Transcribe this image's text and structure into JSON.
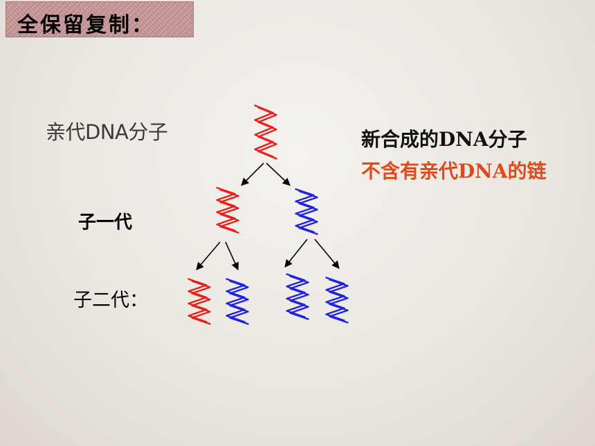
{
  "header": {
    "title": "全保留复制："
  },
  "labels": {
    "parent": "亲代DNA分子",
    "gen1": "子一代",
    "gen2": "子二代："
  },
  "notes": {
    "line1": "新合成的DNA分子",
    "line2": "不含有亲代DNA的链"
  },
  "colors": {
    "parent_strand": "#e8201c",
    "new_strand": "#1f23e0",
    "note_highlight": "#e04a1a",
    "title_bg": "#c89596"
  },
  "molecules": [
    {
      "id": "parent",
      "generation": 0,
      "origin": "parent"
    },
    {
      "id": "gen1-a",
      "generation": 1,
      "origin": "parent"
    },
    {
      "id": "gen1-b",
      "generation": 1,
      "origin": "new"
    },
    {
      "id": "gen2-a",
      "generation": 2,
      "origin": "parent"
    },
    {
      "id": "gen2-b",
      "generation": 2,
      "origin": "new"
    },
    {
      "id": "gen2-c",
      "generation": 2,
      "origin": "new"
    },
    {
      "id": "gen2-d",
      "generation": 2,
      "origin": "new"
    }
  ]
}
